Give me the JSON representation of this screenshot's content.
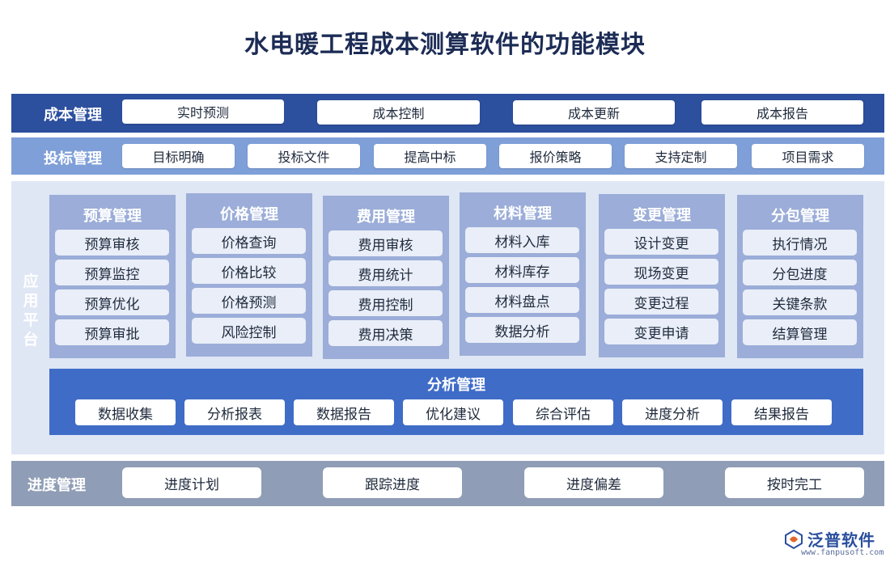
{
  "title": "水电暖工程成本测算软件的功能模块",
  "cost_mgmt": {
    "label": "成本管理",
    "items": [
      "实时预测",
      "成本控制",
      "成本更新",
      "成本报告"
    ]
  },
  "bid_mgmt": {
    "label": "投标管理",
    "items": [
      "目标明确",
      "投标文件",
      "提高中标",
      "报价策略",
      "支持定制",
      "项目需求"
    ]
  },
  "app_platform": {
    "label": [
      "应",
      "用",
      "平",
      "台"
    ],
    "modules": [
      {
        "title": "预算管理",
        "items": [
          "预算审核",
          "预算监控",
          "预算优化",
          "预算审批"
        ]
      },
      {
        "title": "价格管理",
        "items": [
          "价格查询",
          "价格比较",
          "价格预测",
          "风险控制"
        ]
      },
      {
        "title": "费用管理",
        "items": [
          "费用审核",
          "费用统计",
          "费用控制",
          "费用决策"
        ]
      },
      {
        "title": "材料管理",
        "items": [
          "材料入库",
          "材料库存",
          "材料盘点",
          "数据分析"
        ]
      },
      {
        "title": "变更管理",
        "items": [
          "设计变更",
          "现场变更",
          "变更过程",
          "变更申请"
        ]
      },
      {
        "title": "分包管理",
        "items": [
          "执行情况",
          "分包进度",
          "关键条款",
          "结算管理"
        ]
      }
    ],
    "analysis": {
      "title": "分析管理",
      "items": [
        "数据收集",
        "分析报表",
        "数据报告",
        "优化建议",
        "综合评估",
        "进度分析",
        "结果报告"
      ]
    }
  },
  "progress_mgmt": {
    "label": "进度管理",
    "items": [
      "进度计划",
      "跟踪进度",
      "进度偏差",
      "按时完工"
    ]
  },
  "brand": {
    "name": "泛普软件",
    "url": "www.fanpusoft.com"
  },
  "colors": {
    "cost_band": "#2c4f9e",
    "bid_band": "#7f9fd8",
    "platform_bg": "#dfe6f4",
    "module_bg": "#9badd8",
    "analysis_bg": "#3f6cc7",
    "progress_band": "#8f9db6"
  }
}
